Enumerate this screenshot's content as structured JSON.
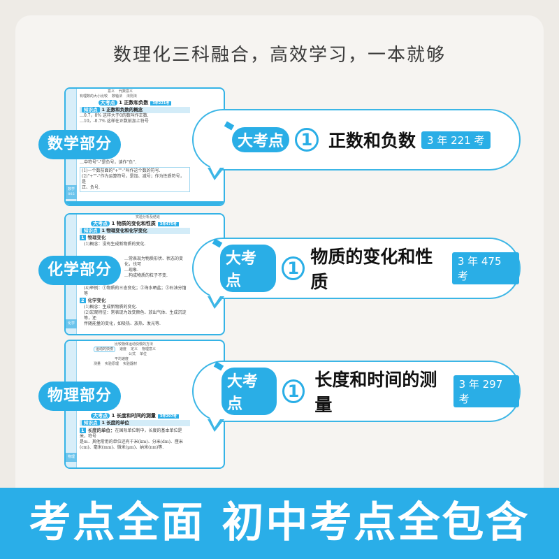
{
  "title": "数理化三科融合，高效学习，一本就够",
  "big_point_label": "大考点",
  "sections": [
    {
      "subject": "数学部分",
      "num": "1",
      "topic": "正数和负数",
      "count": "3 年 221 考",
      "page": {
        "tree": [
          "意义",
          "代数意义",
          "有理数的大小比较",
          "数轴法",
          "法则法"
        ],
        "head": "正数和负数",
        "head_count": "3年221考",
        "k_label": "知识点",
        "k_num": "1",
        "k_title": "正数和负数的概念",
        "lines": [
          "…0.7，8% 这样大于0的数叫作正数.",
          "…10，-0.7% 这样在正数前加上符号",
          "…中符号\"-\"是负号，读作\"负\".",
          "(1)一个数前面的\"+\"\"-\"叫作这个数的符号.",
          "(2)\"+\"\"-\"作为运算符号，是加、减号；作为性质符号，是",
          "正、负号."
        ],
        "tab": "数学",
        "page_no": "002"
      }
    },
    {
      "subject": "化学部分",
      "num": "1",
      "topic": "物质的变化和性质",
      "count": "3 年 475 考",
      "page": {
        "tree": [
          "实验分析及结论"
        ],
        "head": "物质的变化和性质",
        "head_count": "3年475考",
        "k_label": "知识点",
        "k_num": "1",
        "k_title": "物理变化和化学变化",
        "subs": [
          {
            "n": "1",
            "t": "物理变化",
            "lines": [
              "(1)概念：没有生成新物质的变化.",
              "…常表现为物质形状、状态的变化，也可",
              "…现象.",
              "…构成物质的粒子不变.",
              "(4)举例：①物质的三态变化；②海水晒盐；③石油分馏等"
            ]
          },
          {
            "n": "2",
            "t": "化学变化",
            "lines": [
              "(1)概念：生成新物质的变化.",
              "(2)宏观特征：常表现为改变颜色、放出气体、生成沉淀等，还",
              "伴随能量的变化，如吸热、放热、发光等."
            ]
          }
        ],
        "tab": "化学"
      }
    },
    {
      "subject": "物理部分",
      "num": "1",
      "topic": "长度和时间的测量",
      "count": "3 年 297 考",
      "page": {
        "tree": [
          "比较物体运动快慢的方法",
          "运动的快慢",
          "速度",
          "定义",
          "物理意义",
          "公式",
          "单位",
          "平均速度",
          "测量",
          "实验原理",
          "实验器材"
        ],
        "head": "长度和时间的测量",
        "head_count": "3年297考",
        "k_label": "知识点",
        "k_num": "1",
        "k_title": "长度的单位",
        "sub": {
          "n": "1",
          "t": "长度的单位：",
          "lines": [
            "在国际单位制中，长度的基本单位是米，符号",
            "是m．其他常用的单位还有千米(km)、分米(dm)、厘米",
            "(cm)、毫米(mm)、微米(μm)、纳米(nm)等."
          ]
        },
        "tab": "物理"
      }
    }
  ],
  "banner": "考点全面 初中考点全包含",
  "colors": {
    "accent": "#2aaee8",
    "background": "#f6f4f1"
  }
}
